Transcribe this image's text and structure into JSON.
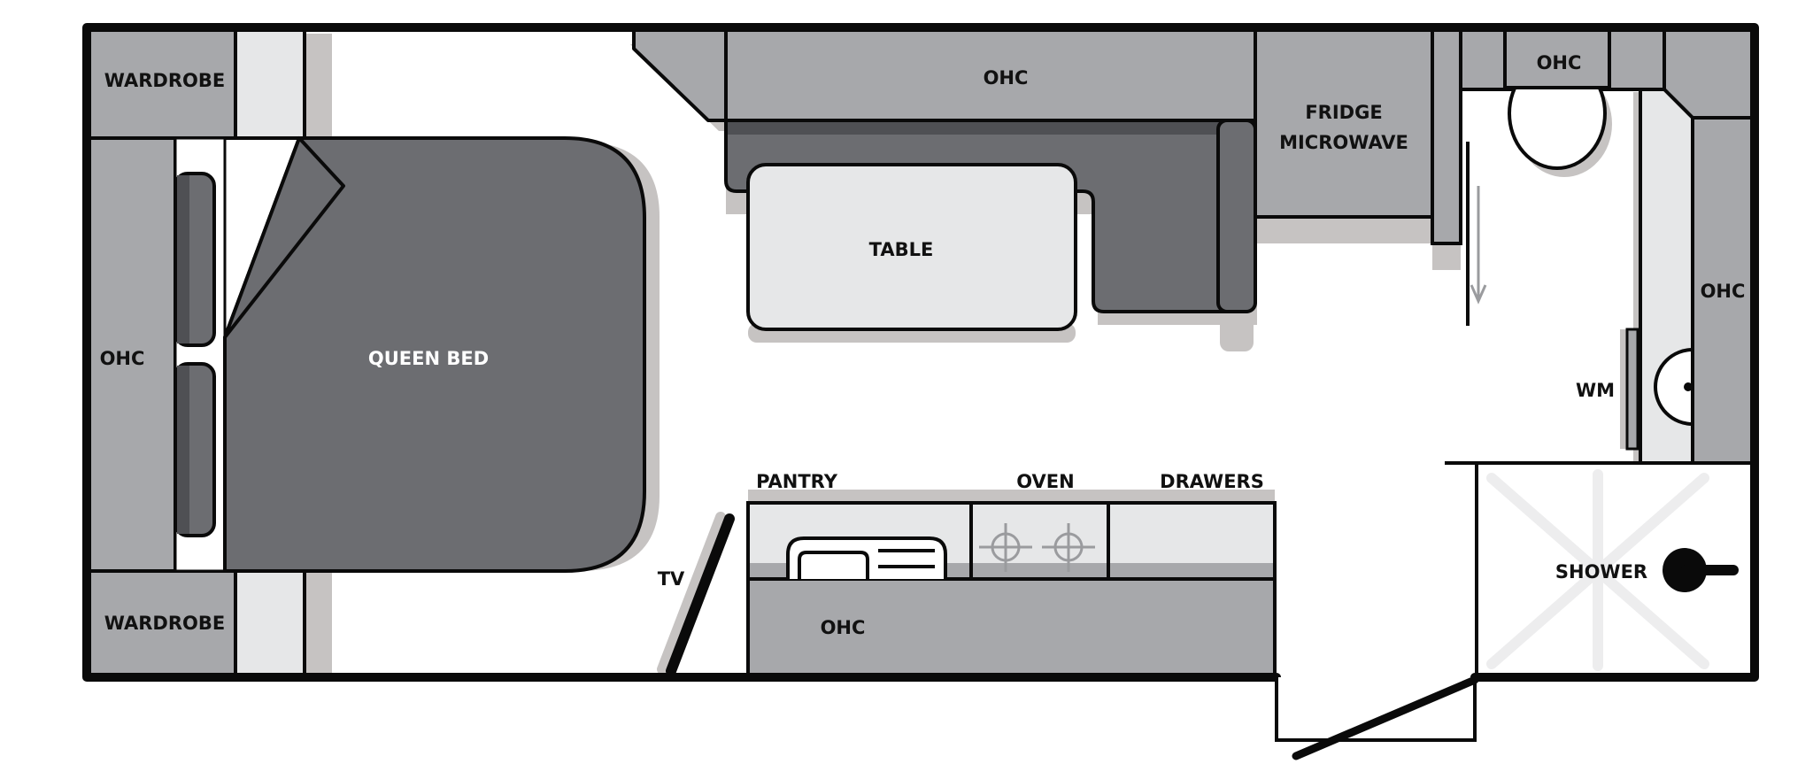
{
  "colors": {
    "wall": "#0a0a0a",
    "cabinet": "#a7a8ab",
    "bed": "#6c6d71",
    "dark": "#4f5054",
    "light": "#e6e7e8",
    "shadow": "#c6c3c2",
    "floor": "#ffffff",
    "fixture": "#9a9b9e",
    "showerX": "#ededee"
  },
  "labels": {
    "wardrobe_top": "WARDROBE",
    "wardrobe_bottom": "WARDROBE",
    "ohc_left": "OHC",
    "queen_bed": "QUEEN BED",
    "ohc_top_center": "OHC",
    "table": "TABLE",
    "fridge_line1": "FRIDGE",
    "fridge_line2": "MICROWAVE",
    "ohc_top_right": "OHC",
    "ohc_right": "OHC",
    "wm": "WM",
    "shower": "SHOWER",
    "pantry": "PANTRY",
    "oven": "OVEN",
    "drawers": "DRAWERS",
    "ohc_bottom": "OHC",
    "tv": "TV"
  }
}
